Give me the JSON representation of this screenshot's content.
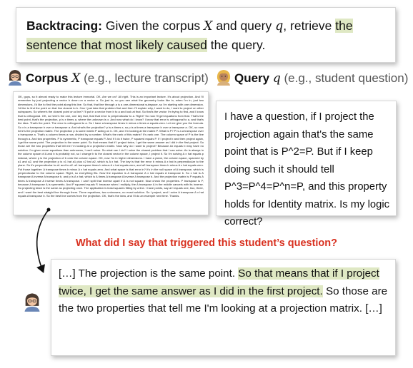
{
  "backtracing": {
    "label": "Backtracing:",
    "text_a": " Given the corpus ",
    "var_x": "X",
    "text_b": " and query ",
    "var_q": "q",
    "text_c": ", retrieve ",
    "highlight": "the sentence that most likely caused",
    "text_d": " the query."
  },
  "corpus": {
    "title": "Corpus",
    "var": "X",
    "note": " (e.g., lecture transcript)",
    "avatar_icon": "teacher-avatar-icon",
    "text": "OK, guys, so it almost ready to make this lecture immortal. OK. Are we on? All right. This is an important lecture. It's about projection. And I'll remember by just projecting a vector b down on a vector a. So just to, so you see what the geometry looks like in, when I'm in, just two dimensions, I'd like to find the point along this line. So that, that line through a is a one-dimensional subspace, so I'm starting with one dimension. I'd like to find the point on that line closest to b. Can I just take that problem first and then I'll explain why, I want to do, I want to project on other subspaces. So where's the closest point on a line? I'll put in a vector from b to a and look at that. So that's the vector I'm trying to find, and I know that is orthogonal. OK, so here's the one, one key fact, that that error is perpendicular to a. Right? So now I'll get equations from that. That's the best point, that's the projection, p is x times a, where the unknown is x. And now what do I know? I know that error is orthogonal to a, and that's the idea. That's the point. The error is orthogonal to a. So I have a transpose times b minus x times a equals zero. Let me give you the formula. So x is a transpose b over a transpose a. And what's the projection? p is a times x, so p is a times a transpose b over a transpose a. OK, so now here's the projection matrix. The projection p is some matrix P acting on b. OK, and I'm looking at the matrix P. What is P? P is a a transpose over a transpose a. That's a column times a row, divided by a number. What's the rank of this matrix? It's rank one. The column space of P is the line through a. And two properties. P is symmetric, P transpose equals P. And if I do it twice, P squared equals P. If I project b and then project again, I get the same point. The projection is the same point. So that means that if I project twice, I get the same answer as I did in the first project. So those are the two properties that tell me I'm looking at a projection matrix. Now why do I want to project? Because Ax equals b may have no solution. I'm given more equations than unknowns, I can't solve. So what can I do? I solve the closest problem that I can solve. Ax is always in the column space of A and b is probably not, so I change b to the closest vector in the column space, I project it. So I'm solving A x hat equals p instead, where p is the projection of b onto the column space. OK, now I'm in higher dimensions. I have a plane, the column space, spanned by a1 and a2, and the projection p is x1 hat a1 plus x2 hat a2, which is A x hat. The key is that the error b minus A x hat is perpendicular to the plane. So it's perpendicular to a1 and to a2. a1 transpose times b minus A x hat equals zero, and a2 transpose times b minus A x hat equals zero. Put those together: A transpose times b minus A x hat equals zero. And what space is that error in? It's in the null space of A transpose, which is perpendicular to the column space. Right, so everything fits. Now the equation is A transpose A x hat equals A transpose b. So x hat is A transpose A inverse A transpose b, and p is A x hat, which is A times A transpose A inverse A transpose b. And the projection matrix is P equals A times A transpose A inverse times A transpose. I can't split that inverse apart if A is not square. Now check the properties. P transpose is P, because A transpose A is symmetric. And P squared equals P, because when I multiply, the A transpose A in the middle cancels with its inverse. So projecting twice is the same as projecting once. The application is least squares fitting by a line. I have points, say at t equals one, two, three, and I want the best straight line through them. Three equations, two unknowns, no exact solution. So I project, and I solve A transpose A x hat equals A transpose b. So the best line comes from the projection. OK, that's the idea, and I'll do an example next time. Thanks."
  },
  "query": {
    "title": "Query",
    "var": "q",
    "note": " (e.g., student question)",
    "avatar_icon": "student-avatar-icon",
    "text": "I have a question, if I project the projection again that's the same point that is P^2=P. But if I keep doing such it should tell P^3=P^4=P^n=P, and this property holds for Identity matrix. Is my logic correct?"
  },
  "question": "What did I say that triggered this student’s question?",
  "answer": {
    "prefix": "[…] The projection is the same point. ",
    "highlight": "So that means that if I project twice, I get the same answer as I did in the first project.",
    "suffix": " So those are the two properties that tell me I'm looking at a projection matrix. […]",
    "avatar_icon": "teacher-avatar-icon"
  },
  "colors": {
    "highlight": "#dfe8c4",
    "question": "#d8301f",
    "border": "#d6d6d6"
  }
}
